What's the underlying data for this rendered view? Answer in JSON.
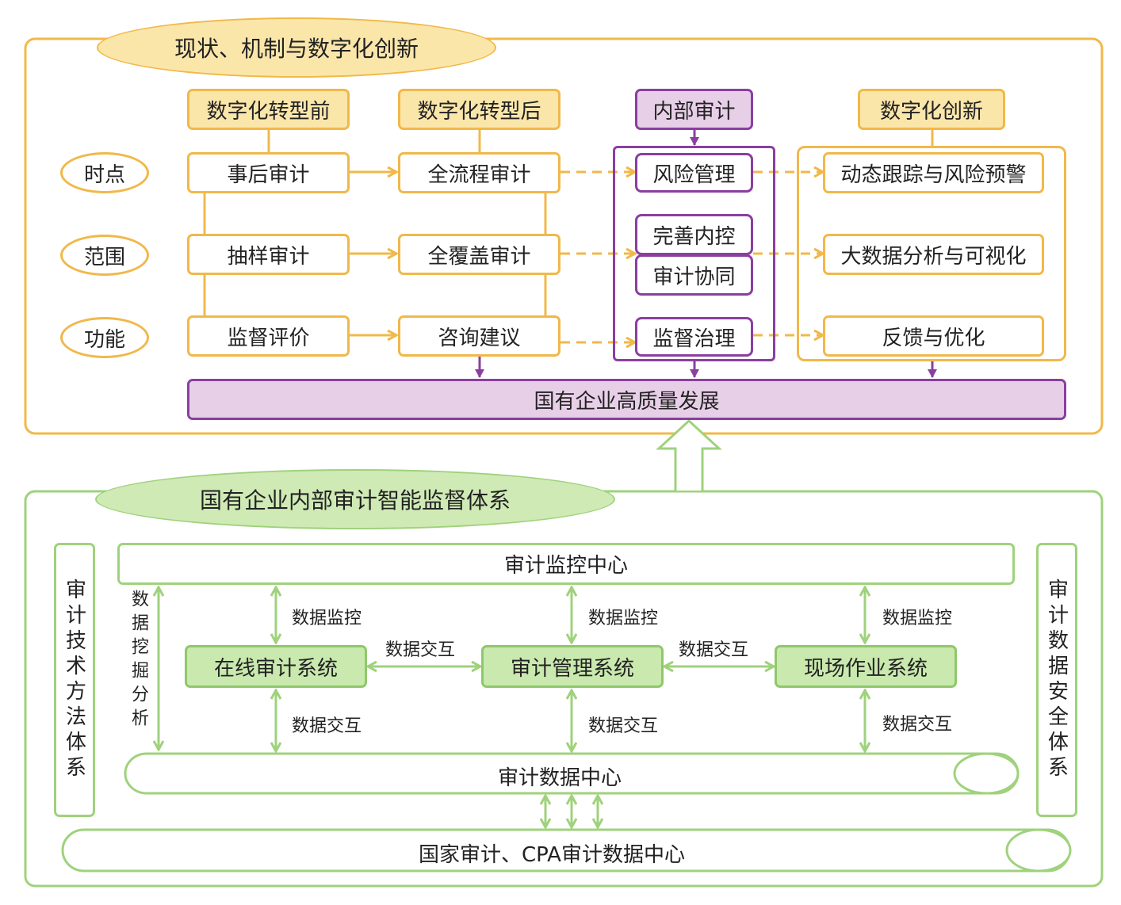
{
  "top": {
    "title": "现状、机制与数字化创新",
    "headers": {
      "before": "数字化转型前",
      "after": "数字化转型后",
      "internal": "内部审计",
      "innovation": "数字化创新"
    },
    "rows": [
      {
        "label": "时点",
        "before": "事后审计",
        "after": "全流程审计"
      },
      {
        "label": "范围",
        "before": "抽样审计",
        "after": "全覆盖审计"
      },
      {
        "label": "功能",
        "before": "监督评价",
        "after": "咨询建议"
      }
    ],
    "internal_items": [
      "风险管理",
      "完善内控",
      "审计协同",
      "监督治理"
    ],
    "innovation_items": [
      "动态跟踪与风险预警",
      "大数据分析与可视化",
      "反馈与优化"
    ],
    "goal": "国有企业高质量发展"
  },
  "bottom": {
    "title": "国有企业内部审计智能监督体系",
    "left_side": "审计技术方法体系",
    "right_side": "审计数据安全体系",
    "monitor_center": "审计监控中心",
    "data_center": "审计数据中心",
    "national_center": "国家审计、CPA审计数据中心",
    "systems": [
      "在线审计系统",
      "审计管理系统",
      "现场作业系统"
    ],
    "mining_label": "数据挖掘分析",
    "edge_labels": {
      "monitor": "数据监控",
      "exchange": "数据交互"
    }
  },
  "colors": {
    "orange": "#f1b84a",
    "purple": "#8a3fa0",
    "green": "#9fd27c"
  }
}
